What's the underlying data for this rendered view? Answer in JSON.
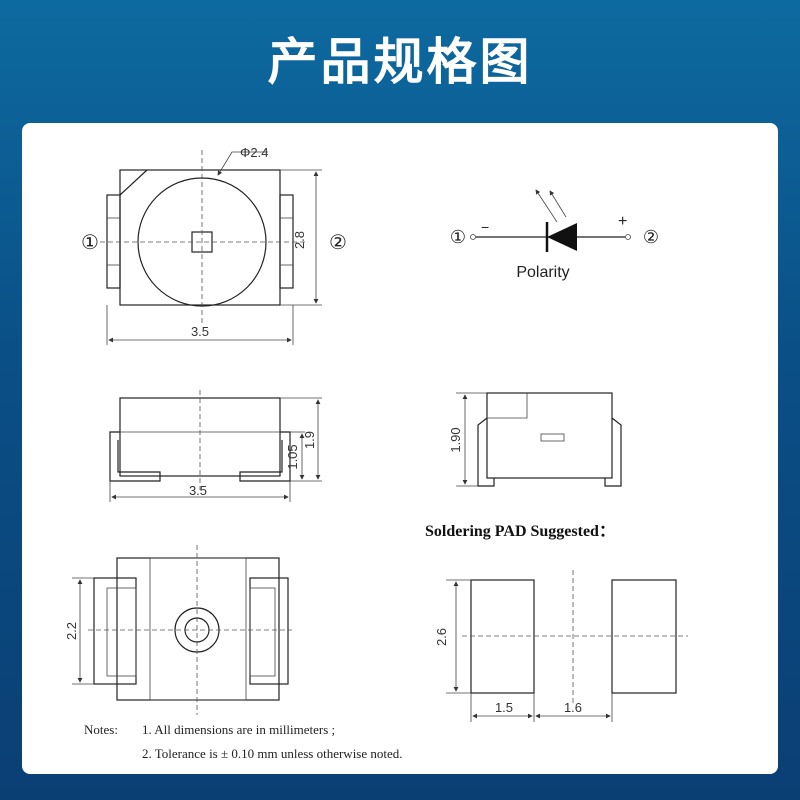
{
  "page": {
    "title": "产品规格图"
  },
  "top_view": {
    "diameter_label": "Φ2.4",
    "height_label": "2.8",
    "width_label": "3.5",
    "pin1": "①",
    "pin2": "②"
  },
  "polarity": {
    "label": "Polarity",
    "pin1": "①",
    "pin2": "②",
    "minus": "−",
    "plus": "+"
  },
  "side_view": {
    "width_label": "3.5",
    "height_label": "1.9",
    "lead_height_label": "1.05"
  },
  "end_view": {
    "height_label": "1.90"
  },
  "bottom_view": {
    "height_label": "2.2"
  },
  "pad": {
    "title": "Soldering PAD Suggested：",
    "height_label": "2.6",
    "pad_width_label": "1.5",
    "gap_label": "1.6"
  },
  "notes": {
    "heading": "Notes:",
    "line1": "1. All dimensions are in millimeters ;",
    "line2": "2. Tolerance is ± 0.10 mm unless otherwise noted."
  }
}
